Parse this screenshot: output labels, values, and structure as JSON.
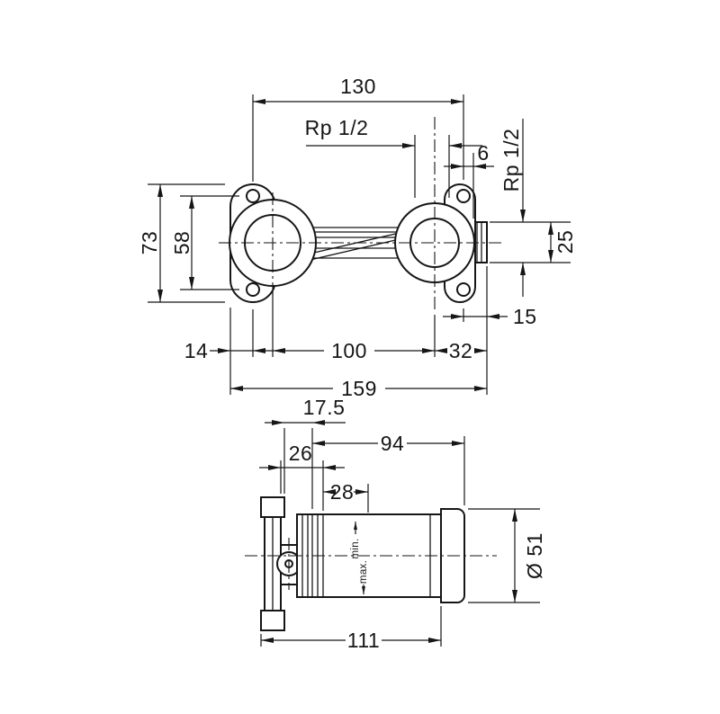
{
  "page": {
    "background": "#ffffff",
    "line_color": "#161616"
  },
  "drawing": {
    "type": "technical-dimension-drawing",
    "front_view": {
      "dims": {
        "d130": "130",
        "rp_top": "Rp 1/2",
        "d6": "6",
        "rp_side": "Rp 1/2",
        "d73": "73",
        "d58": "58",
        "d25": "25",
        "d15": "15",
        "d14": "14",
        "d100": "100",
        "d32": "32",
        "d159": "159"
      }
    },
    "side_view": {
      "dims": {
        "d17_5": "17.5",
        "d94": "94",
        "d26": "26",
        "d28": "28",
        "d51": "Ø 51",
        "d111": "111",
        "min": "min.",
        "max": "max."
      }
    }
  }
}
